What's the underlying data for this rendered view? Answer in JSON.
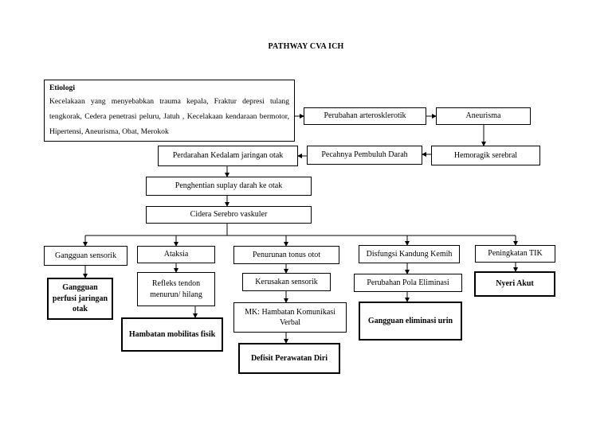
{
  "title": "PATHWAY CVA ICH",
  "etiologi": {
    "heading": "Etiologi",
    "text": "Kecelakaan yang menyebabkan trauma kepala, Fraktur depresi tulang tengkorak, Cedera penetrasi peluru, Jatuh , Kecelakaan kendaraan bermotor, Hipertensi, Aneurisma, Obat, Merokok"
  },
  "nodes": {
    "arterosklerotik": "Perubahan arterosklerotik",
    "aneurisma": "Aneurisma",
    "hemoragik": "Hemoragik serebral",
    "pecahnya": "Pecahnya Pembuluh Darah",
    "perdarahan": "Perdarahan Kedalam jaringan otak",
    "penghentian": "Penghentian suplay darah ke otak",
    "cidera": "Cidera Serebro vaskuler",
    "gangguan_sensorik": "Gangguan sensorik",
    "ataksia": "Ataksia",
    "penurunan_tonus": "Penurunan tonus otot",
    "disfungsi": "Disfungsi Kandung Kemih",
    "peningkatan_tik": "Peningkatan TIK",
    "refleks": "Refleks tendon menurun/ hilang",
    "kerusakan_sensorik": "Kerusakan sensorik",
    "perubahan_pola": "Perubahan Pola Eliminasi",
    "mk_hambatan": "MK: Hambatan Komunikasi Verbal"
  },
  "diagnoses": {
    "perfusi": "Gangguan perfusi jaringan otak",
    "mobilitas": "Hambatan mobilitas fisik",
    "perawatan_diri": "Defisit Perawatan Diri",
    "eliminasi": "Gangguan eliminasi urin",
    "nyeri": "Nyeri Akut"
  }
}
